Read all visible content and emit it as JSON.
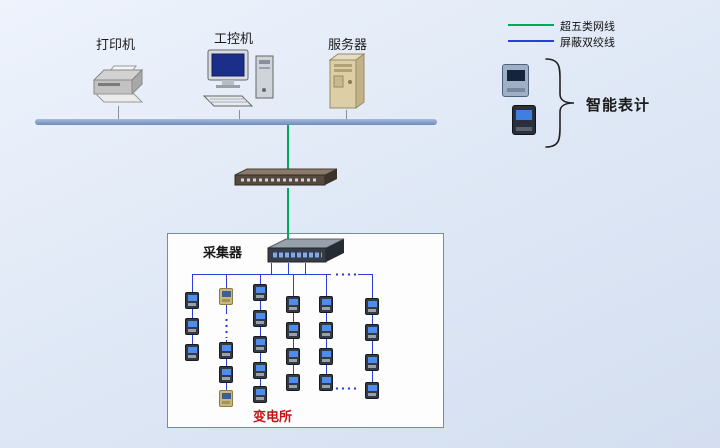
{
  "top_devices": {
    "printer_label": "打印机",
    "ipc_label": "工控机",
    "server_label": "服务器"
  },
  "legend": {
    "cat5_label": "超五类网线",
    "stp_label": "屏蔽双绞线",
    "smart_meter_label": "智能表计"
  },
  "substation_box": {
    "collector_label": "采集器",
    "substation_label": "变电所"
  },
  "colors": {
    "cat5_green": "#00a85a",
    "stp_blue": "#2b3fd6",
    "bus_line": "#7f9cc9",
    "substation_label_red": "#c11414",
    "background": "#dde6f4"
  },
  "icons": {
    "printer": "printer-icon",
    "industrial_pc": "computer-icon",
    "server": "server-tower-icon",
    "switch": "network-switch-icon",
    "collector": "collector-device-icon",
    "meter": "meter-icon",
    "brace": "curly-brace"
  }
}
